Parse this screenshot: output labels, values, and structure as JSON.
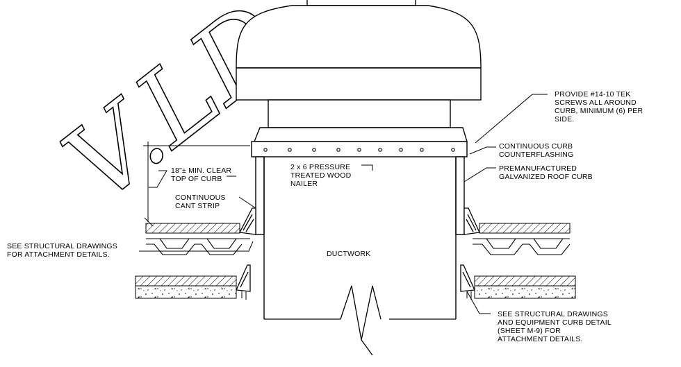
{
  "watermark": "V.LD",
  "labels": {
    "tek_screws": [
      "PROVIDE #14-10 TEK",
      "SCREWS ALL AROUND",
      "CURB, MINIMUM (6) PER",
      "SIDE."
    ],
    "counterflashing": [
      "CONTINUOUS CURB",
      "COUNTERFLASHING"
    ],
    "roof_curb": [
      "PREMANUFACTURED",
      "GALVANIZED ROOF CURB"
    ],
    "clear_height": [
      "18\"± MIN. CLEAR",
      "TOP OF CURB"
    ],
    "nailer": [
      "2 x 6 PRESSURE",
      "TREATED WOOD",
      "NAILER"
    ],
    "cant_strip": [
      "CONTINUOUS",
      "CANT STRIP"
    ],
    "structural_left": [
      "SEE STRUCTURAL DRAWINGS",
      "FOR ATTACHMENT DETAILS."
    ],
    "ductwork": "DUCTWORK",
    "structural_right": [
      "SEE STRUCTURAL DRAWINGS",
      "AND EQUIPMENT CURB DETAIL",
      "(SHEET M-9) FOR",
      "ATTACHMENT DETAILS."
    ]
  }
}
